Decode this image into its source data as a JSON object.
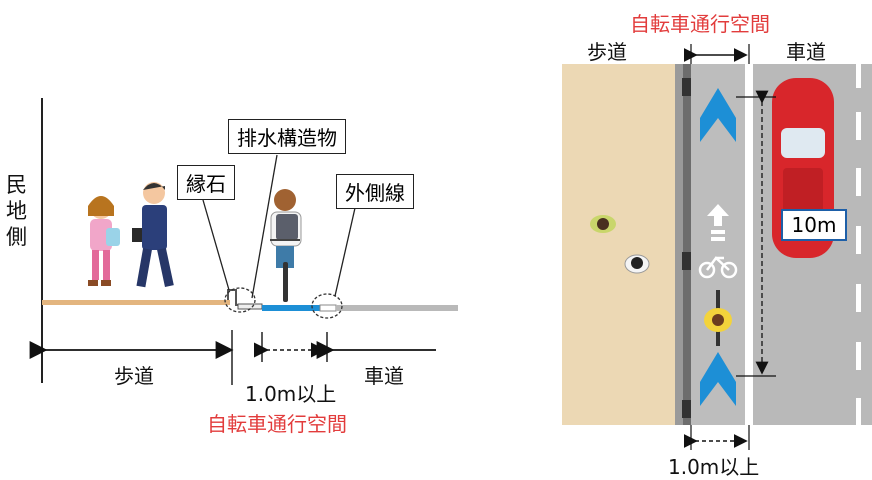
{
  "section": {
    "side_label": "民地側",
    "labels": {
      "drainage": "排水構造物",
      "curb": "縁石",
      "outer_line": "外側線",
      "sidewalk": "歩道",
      "roadway": "車道",
      "width_min": "1.0m以上",
      "bike_space": "自転車通行空間"
    }
  },
  "plan": {
    "bike_space_title": "自転車通行空間",
    "sidewalk": "歩道",
    "roadway": "車道",
    "spacing": "10m",
    "width_min": "1.0m以上"
  },
  "colors": {
    "bike_lane_blue": "#1d8fd6",
    "sidewalk_tan": "#ecd8b4",
    "road_gray": "#b9b9b9",
    "accent_red": "#e23c3c",
    "car_red": "#d8262b"
  }
}
